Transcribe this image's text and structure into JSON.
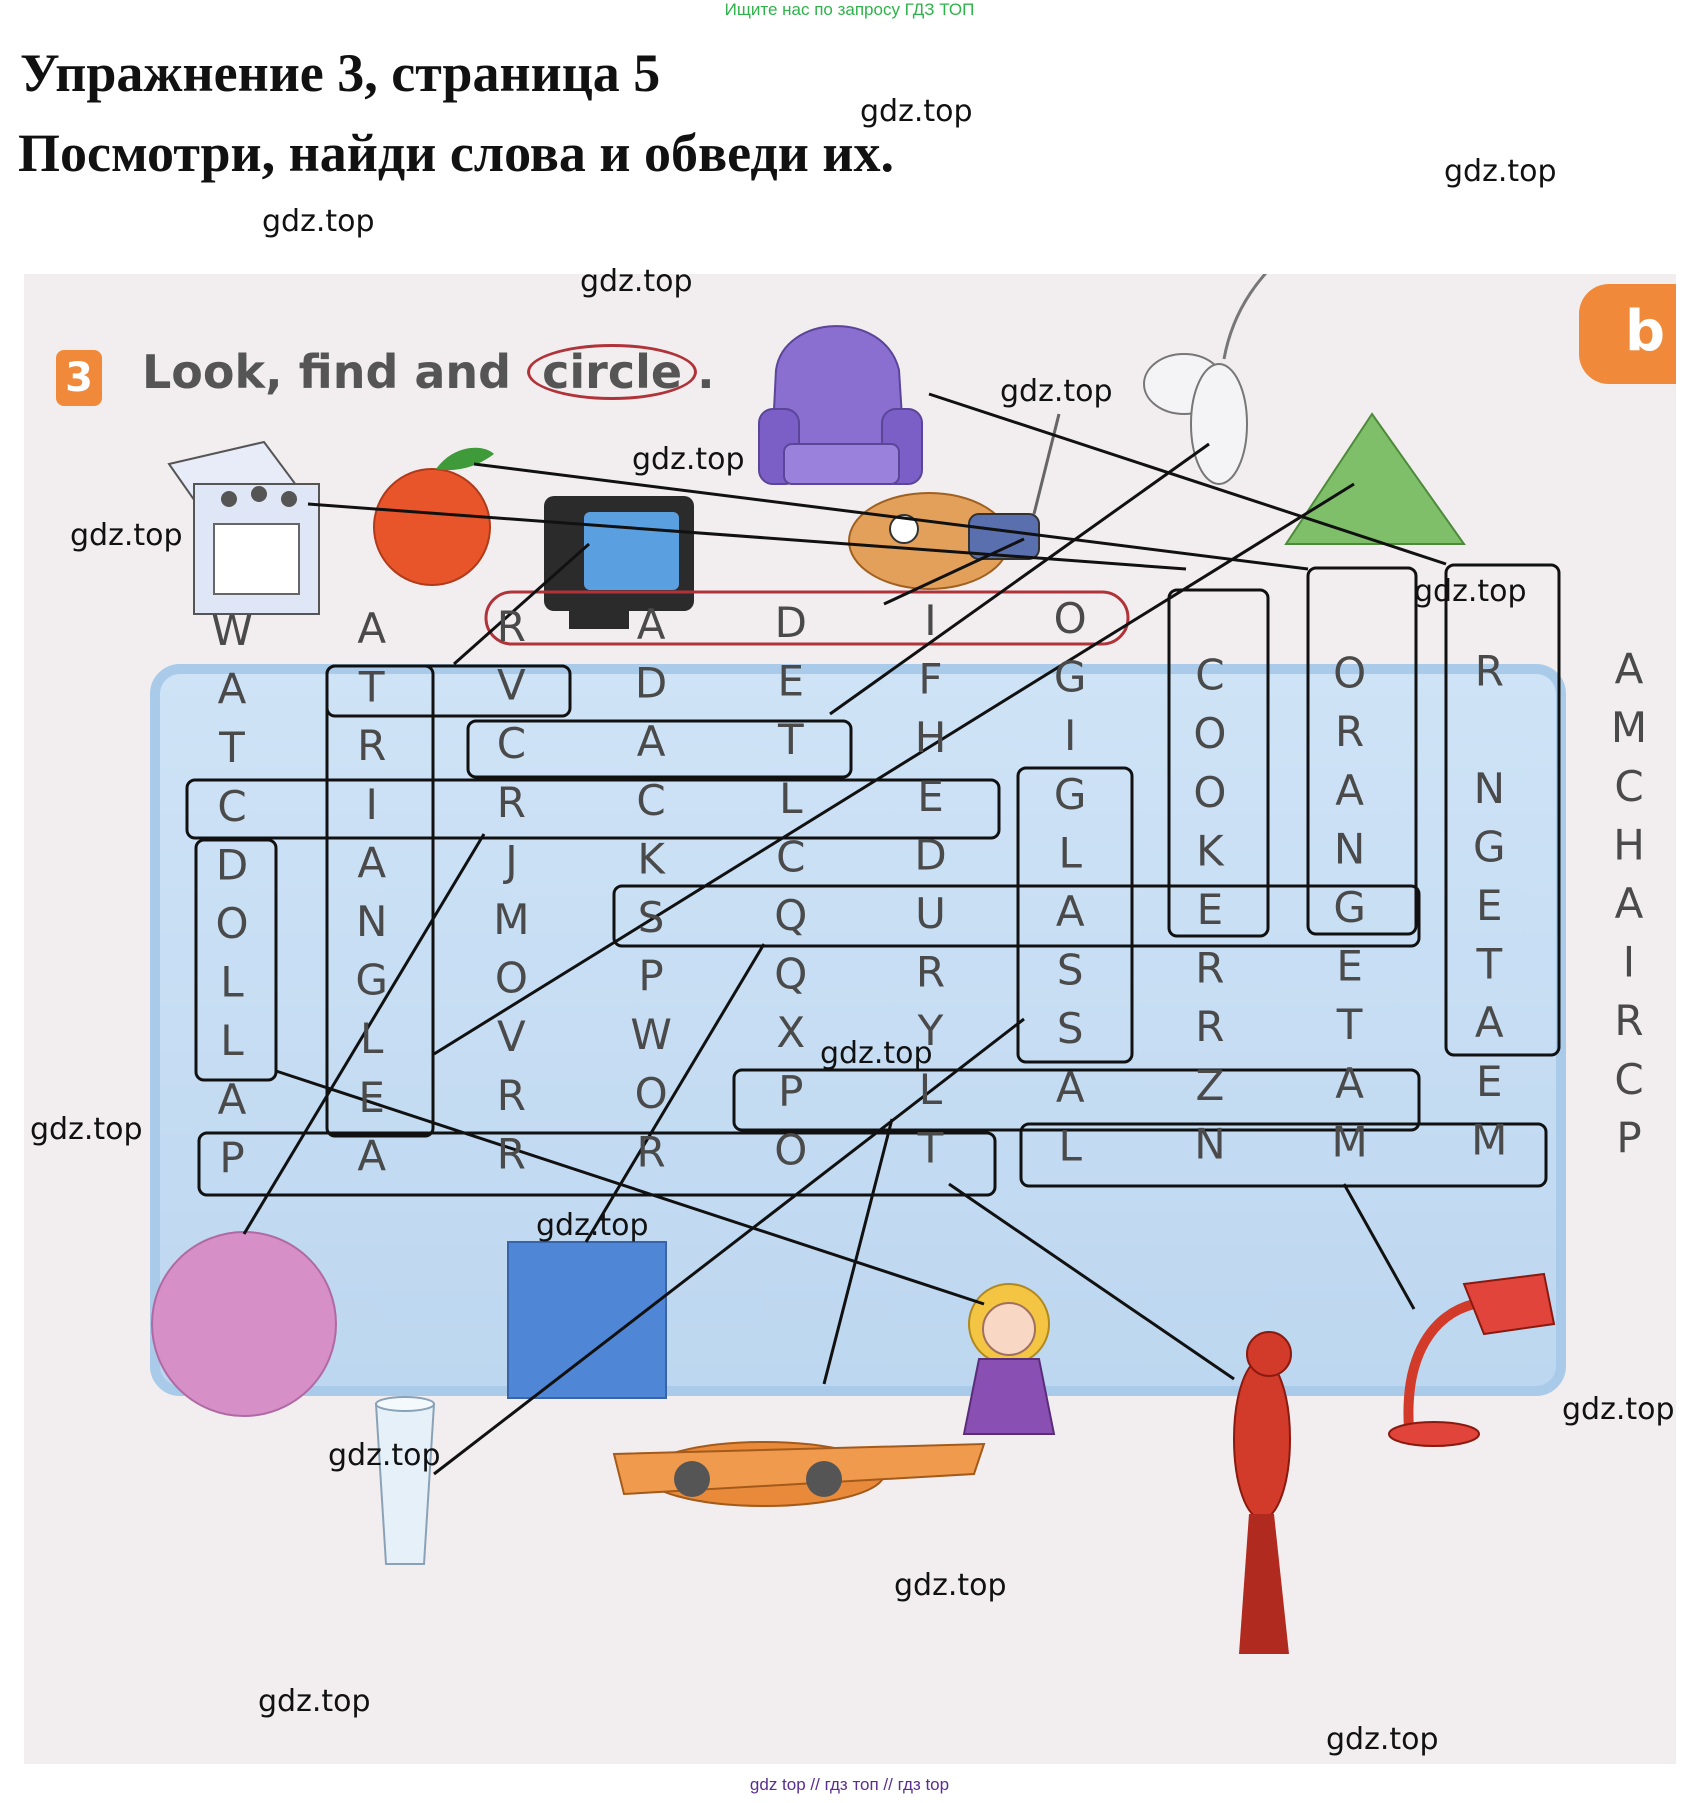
{
  "banner": "Ищите нас по запросу ГДЗ ТОП",
  "page_title": "Упражнение 3, страница 5",
  "instruction": "Посмотри, найди слова и обведи их.",
  "watermark": "gdz.top",
  "footer": "gdz top // гдз топ // гдз top",
  "exercise": {
    "number": "3",
    "heading_before": "Look, find and ",
    "heading_circled": "circle",
    "heading_after": ".",
    "corner_letter": "b"
  },
  "pictures": [
    "cooker-icon",
    "orange-icon",
    "tv-icon",
    "armchair-icon",
    "radio-icon",
    "cat-icon",
    "triangle-shape",
    "circle-shape",
    "square-shape",
    "glass-icon",
    "plane-icon",
    "doll-icon",
    "parrot-icon",
    "lamp-icon"
  ],
  "colors": {
    "panel": "#bdd7f0",
    "accent": "#f08a3a",
    "circle_shape": "#d78fc8",
    "square_shape": "#4f86d6",
    "triangle_shape": "#7fbf6a",
    "radio_word_outline": "#b0333a"
  },
  "grid": [
    [
      "W",
      "A",
      "R",
      "A",
      "D",
      "I",
      "O",
      "",
      "",
      "",
      ""
    ],
    [
      "A",
      "T",
      "V",
      "D",
      "E",
      "F",
      "G",
      "C",
      "O",
      "R",
      "A"
    ],
    [
      "T",
      "R",
      "C",
      "A",
      "T",
      "H",
      "I",
      "O",
      "R",
      "",
      "M"
    ],
    [
      "C",
      "I",
      "R",
      "C",
      "L",
      "E",
      "G",
      "O",
      "A",
      "N",
      "C"
    ],
    [
      "D",
      "A",
      "J",
      "K",
      "C",
      "D",
      "L",
      "K",
      "N",
      "G",
      "H"
    ],
    [
      "O",
      "N",
      "M",
      "S",
      "Q",
      "U",
      "A",
      "E",
      "G",
      "E",
      "A"
    ],
    [
      "L",
      "G",
      "O",
      "P",
      "Q",
      "R",
      "S",
      "R",
      "E",
      "T",
      "I"
    ],
    [
      "L",
      "L",
      "V",
      "W",
      "X",
      "Y",
      "S",
      "R",
      "T",
      "A",
      "R"
    ],
    [
      "A",
      "E",
      "R",
      "O",
      "P",
      "L",
      "A",
      "Z",
      "A",
      "E",
      "C"
    ],
    [
      "P",
      "A",
      "R",
      "R",
      "O",
      "T",
      "L",
      "N",
      "M",
      "M",
      "P"
    ]
  ]
}
